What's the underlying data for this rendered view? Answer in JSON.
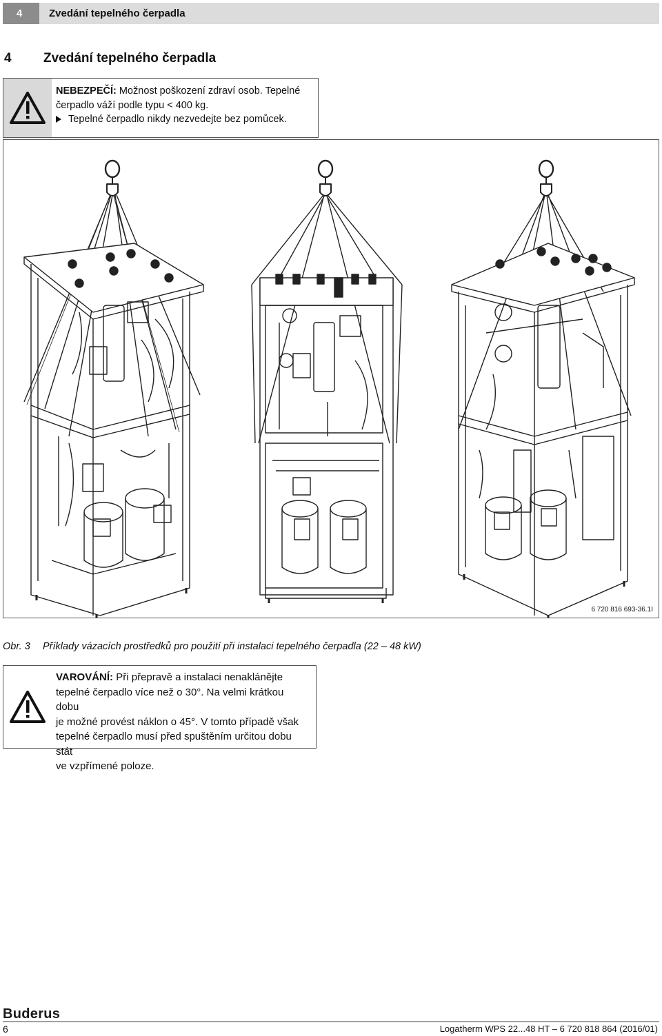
{
  "header": {
    "chapter_num": "4",
    "chapter_title": "Zvedání tepelného čerpadla"
  },
  "section": {
    "num": "4",
    "title": "Zvedání tepelného čerpadla"
  },
  "danger": {
    "label": "NEBEZPEČÍ:",
    "text_1": " Možnost poškození zdraví osob. Tepelné",
    "text_2": "čerpadlo váží podle typu < 400 kg.",
    "bullet": "Tepelné čerpadlo nikdy nezvedejte bez pomůcek."
  },
  "figure": {
    "code": "6 720 816 693-36.1I",
    "caption_label": "Obr. 3",
    "caption_text": "Příklady vázacích prostředků pro použití při instalaci tepelného čerpadla (22 – 48 kW)"
  },
  "warning": {
    "label": "VAROVÁNÍ:",
    "line_1": " Při přepravě a instalaci nenaklánějte",
    "line_2": "tepelné čerpadlo více než o 30°. Na velmi krátkou dobu",
    "line_3": "je možné provést náklon o 45°. V tomto případě však",
    "line_4": "tepelné čerpadlo musí před spuštěním určitou dobu stát",
    "line_5": "ve vzpřímené poloze."
  },
  "footer": {
    "brand": "Buderus",
    "page": "6",
    "doc": "Logatherm WPS 22...48 HT – 6 720 818 864 (2016/01)"
  },
  "icons": {
    "warning": "warning-triangle-icon",
    "bullet": "triangle-bullet-icon"
  }
}
